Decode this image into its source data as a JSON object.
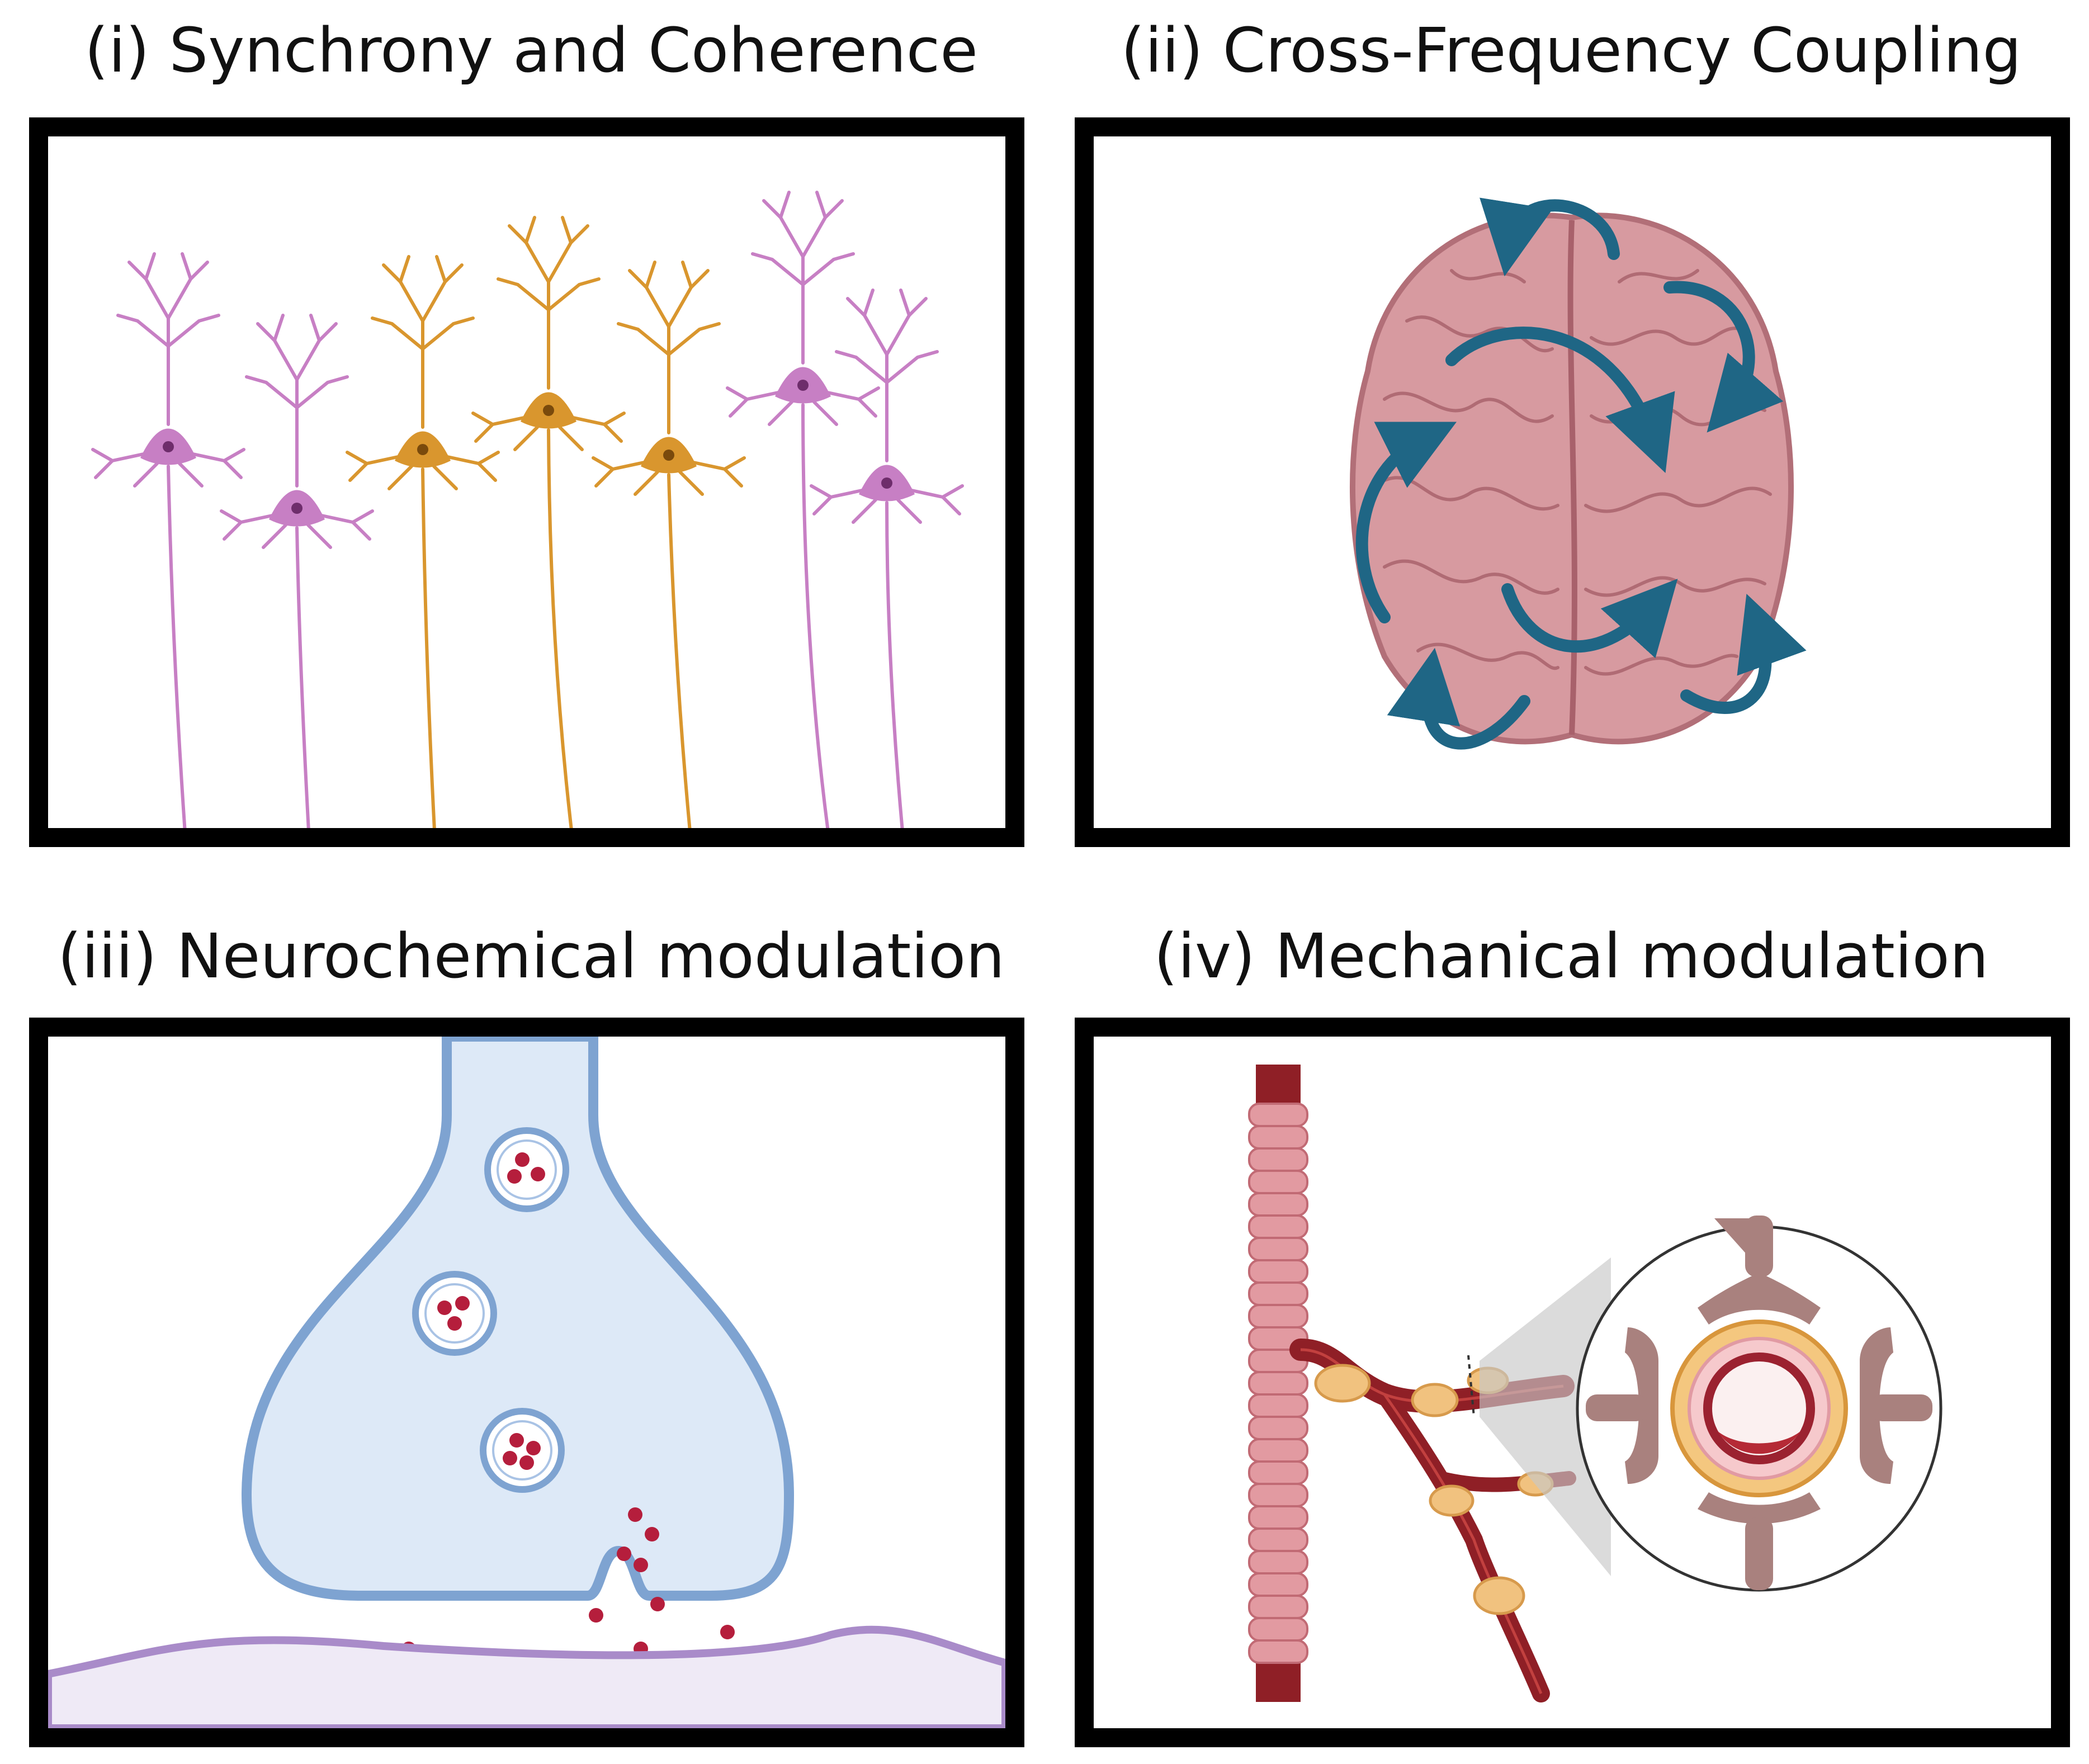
{
  "panels": [
    {
      "title": "(i) Synchrony and Coherence"
    },
    {
      "title": "(ii) Cross-Frequency Coupling"
    },
    {
      "title": "(iii) Neurochemical modulation"
    },
    {
      "title": "(iv) Mechanical modulation"
    }
  ],
  "colors": {
    "frame": "#000000",
    "neuron_pink": "#c77fc4",
    "neuron_pink_soma": "#b05fae",
    "neuron_orange": "#d9962e",
    "neuron_orange_soma": "#c27a1a",
    "brain": "#d79aa0",
    "brain_edge": "#b26f78",
    "arrow": "#1f6685",
    "terminal_fill": "#dde9f7",
    "terminal_edge": "#7ea3d1",
    "neurotransmitter": "#b51e3c",
    "postsynaptic": "#a98bc9",
    "vessel": "#8f1f26",
    "vessel_wall": "#e29aa1",
    "astrocyte": "#f1c27f",
    "endfoot": "#a9817e"
  },
  "icons": [
    "neuron-icon",
    "brain-icon",
    "circular-arrow-icon",
    "synaptic-vesicle-icon",
    "blood-vessel-icon",
    "astrocyte-icon",
    "vessel-cross-section-icon"
  ]
}
